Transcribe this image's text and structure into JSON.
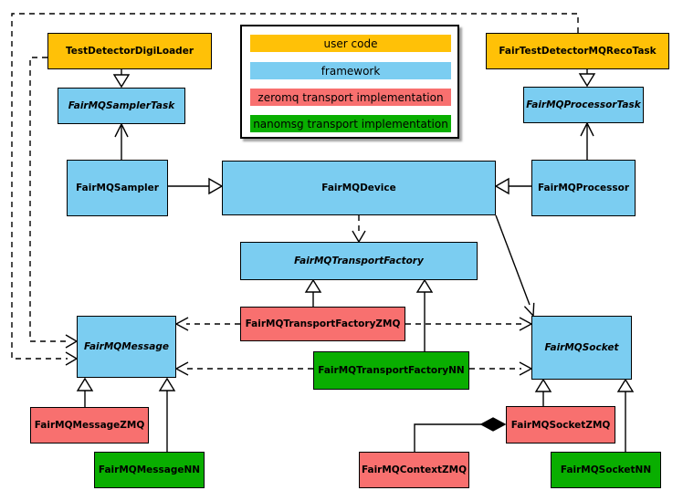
{
  "legend": {
    "items": [
      {
        "label": "user code",
        "color": "#FFC107"
      },
      {
        "label": "framework",
        "color": "#7BCDF1"
      },
      {
        "label": "zeromq transport implementation",
        "color": "#F8706F"
      },
      {
        "label": "nanomsg transport implementation",
        "color": "#09AE00"
      }
    ]
  },
  "nodes": {
    "tddl": {
      "label": "TestDetectorDigiLoader",
      "category": "user code",
      "abstract": false
    },
    "reco": {
      "label": "FairTestDetectorMQRecoTask",
      "category": "user code",
      "abstract": false
    },
    "samplertask": {
      "label": "FairMQSamplerTask",
      "category": "framework",
      "abstract": true
    },
    "processortask": {
      "label": "FairMQProcessorTask",
      "category": "framework",
      "abstract": true
    },
    "sampler": {
      "label": "FairMQSampler",
      "category": "framework",
      "abstract": false
    },
    "processor": {
      "label": "FairMQProcessor",
      "category": "framework",
      "abstract": false
    },
    "device": {
      "label": "FairMQDevice",
      "category": "framework",
      "abstract": false
    },
    "factory": {
      "label": "FairMQTransportFactory",
      "category": "framework",
      "abstract": true
    },
    "factoryzmq": {
      "label": "FairMQTransportFactoryZMQ",
      "category": "zeromq transport implementation",
      "abstract": false
    },
    "factorynn": {
      "label": "FairMQTransportFactoryNN",
      "category": "nanomsg transport implementation",
      "abstract": false
    },
    "message": {
      "label": "FairMQMessage",
      "category": "framework",
      "abstract": true
    },
    "socket": {
      "label": "FairMQSocket",
      "category": "framework",
      "abstract": true
    },
    "messagezmq": {
      "label": "FairMQMessageZMQ",
      "category": "zeromq transport implementation",
      "abstract": false
    },
    "messagenn": {
      "label": "FairMQMessageNN",
      "category": "nanomsg transport implementation",
      "abstract": false
    },
    "socketzmq": {
      "label": "FairMQSocketZMQ",
      "category": "zeromq transport implementation",
      "abstract": false
    },
    "socketnn": {
      "label": "FairMQSocketNN",
      "category": "nanomsg transport implementation",
      "abstract": false
    },
    "contextzmq": {
      "label": "FairMQContextZMQ",
      "category": "zeromq transport implementation",
      "abstract": false
    }
  },
  "edges": [
    {
      "from": "TestDetectorDigiLoader",
      "to": "FairMQSamplerTask",
      "type": "generalization"
    },
    {
      "from": "FairTestDetectorMQRecoTask",
      "to": "FairMQProcessorTask",
      "type": "generalization"
    },
    {
      "from": "FairMQSampler",
      "to": "FairMQSamplerTask",
      "type": "association"
    },
    {
      "from": "FairMQProcessor",
      "to": "FairMQProcessorTask",
      "type": "association"
    },
    {
      "from": "FairMQSampler",
      "to": "FairMQDevice",
      "type": "generalization"
    },
    {
      "from": "FairMQProcessor",
      "to": "FairMQDevice",
      "type": "generalization"
    },
    {
      "from": "FairMQDevice",
      "to": "FairMQTransportFactory",
      "type": "dependency"
    },
    {
      "from": "FairMQDevice",
      "to": "FairMQSocket",
      "type": "association"
    },
    {
      "from": "FairMQTransportFactoryZMQ",
      "to": "FairMQTransportFactory",
      "type": "generalization"
    },
    {
      "from": "FairMQTransportFactoryNN",
      "to": "FairMQTransportFactory",
      "type": "generalization"
    },
    {
      "from": "FairMQTransportFactoryZMQ",
      "to": "FairMQMessage",
      "type": "dependency"
    },
    {
      "from": "FairMQTransportFactoryZMQ",
      "to": "FairMQSocket",
      "type": "dependency"
    },
    {
      "from": "FairMQTransportFactoryNN",
      "to": "FairMQMessage",
      "type": "dependency"
    },
    {
      "from": "FairMQTransportFactoryNN",
      "to": "FairMQSocket",
      "type": "dependency"
    },
    {
      "from": "TestDetectorDigiLoader",
      "to": "FairMQMessage",
      "type": "dependency"
    },
    {
      "from": "FairTestDetectorMQRecoTask",
      "to": "FairMQMessage",
      "type": "dependency"
    },
    {
      "from": "FairMQMessageZMQ",
      "to": "FairMQMessage",
      "type": "generalization"
    },
    {
      "from": "FairMQMessageNN",
      "to": "FairMQMessage",
      "type": "generalization"
    },
    {
      "from": "FairMQSocketZMQ",
      "to": "FairMQSocket",
      "type": "generalization"
    },
    {
      "from": "FairMQSocketNN",
      "to": "FairMQSocket",
      "type": "generalization"
    },
    {
      "from": "FairMQContextZMQ",
      "to": "FairMQSocketZMQ",
      "type": "composition"
    }
  ]
}
